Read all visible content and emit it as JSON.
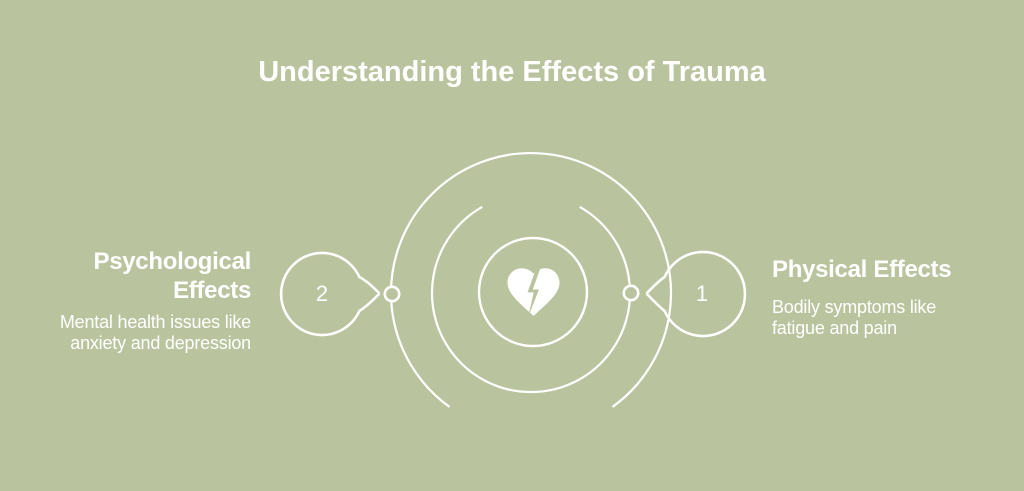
{
  "colors": {
    "background": "#b9c49e",
    "foreground": "#ffffff"
  },
  "title": "Understanding the Effects of Trauma",
  "diagram": {
    "center_icon": "broken-heart",
    "rings": "concentric-circles"
  },
  "items": {
    "physical": {
      "number": "1",
      "heading": "Physical Effects",
      "description": "Bodily symptoms like fatigue and pain"
    },
    "psychological": {
      "number": "2",
      "heading": "Psychological Effects",
      "description": "Mental health issues like anxiety and depression"
    }
  }
}
